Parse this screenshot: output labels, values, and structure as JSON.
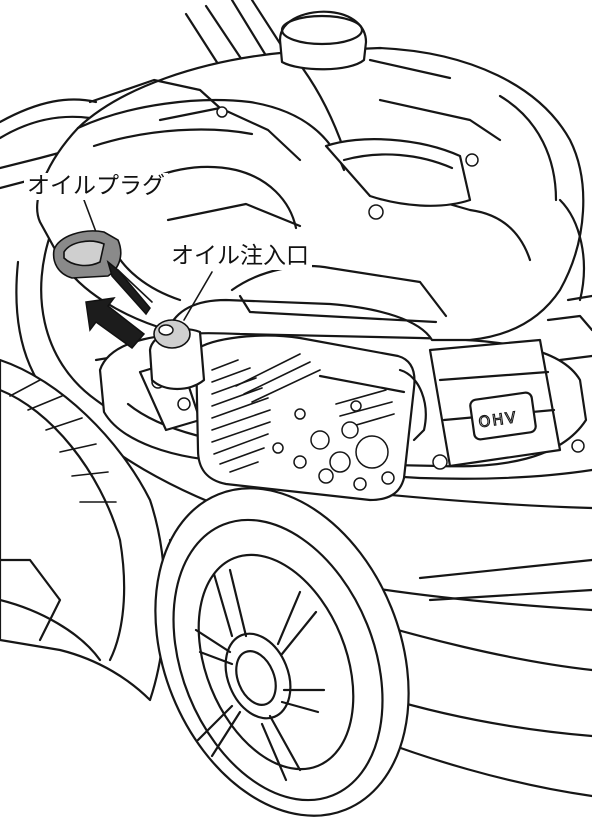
{
  "labels": {
    "oil_plug": "オイルプラグ",
    "oil_fill_port": "オイル注入口"
  },
  "engine_badge": "OHV",
  "icons": {
    "arrow": "removal-direction-arrow",
    "plug": "oil-plug-dipstick",
    "port": "oil-fill-port"
  },
  "colors": {
    "line": "#161616",
    "plug_body": "#8a8a8a",
    "arrow": "#1c1c1c",
    "background": "#ffffff"
  }
}
